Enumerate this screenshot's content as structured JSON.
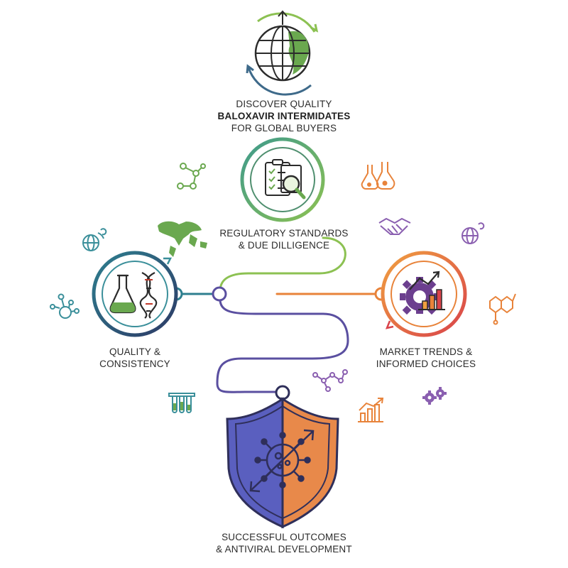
{
  "header": {
    "line1": "DISCOVER QUALITY",
    "line2": "BALOXAVIR INTERMIDATES",
    "line3": "FOR GLOBAL BUYERS"
  },
  "steps": {
    "regulatory": {
      "line1": "REGULATORY STANDARDS",
      "line2": "& DUE DILLIGENCE"
    },
    "quality": {
      "line1": "QUALITY &",
      "line2": "CONSISTENCY"
    },
    "market": {
      "line1": "MARKET TRENDS &",
      "line2": "INFORMED CHOICES"
    },
    "outcome": {
      "line1": "SUCCESSFUL OUTCOMES",
      "line2": "& ANTIVIRAL DEVELOPMENT"
    }
  },
  "colors": {
    "green": "#6aa84f",
    "teal": "#3a8f9a",
    "navy": "#2f2f5a",
    "orange": "#e8833a",
    "red": "#d9534f",
    "purple": "#8a5fb0",
    "shield_left": "#5a5fbf",
    "shield_right": "#e8894a"
  },
  "icons": [
    "globe-icon",
    "checklist-search-icon",
    "flask-dna-icon",
    "gear-chart-icon",
    "virus-shield-icon",
    "molecule-icon",
    "world-map-icon",
    "handshake-icon",
    "test-tubes-icon",
    "growth-chart-icon",
    "gears-icon",
    "lab-flasks-icon"
  ]
}
